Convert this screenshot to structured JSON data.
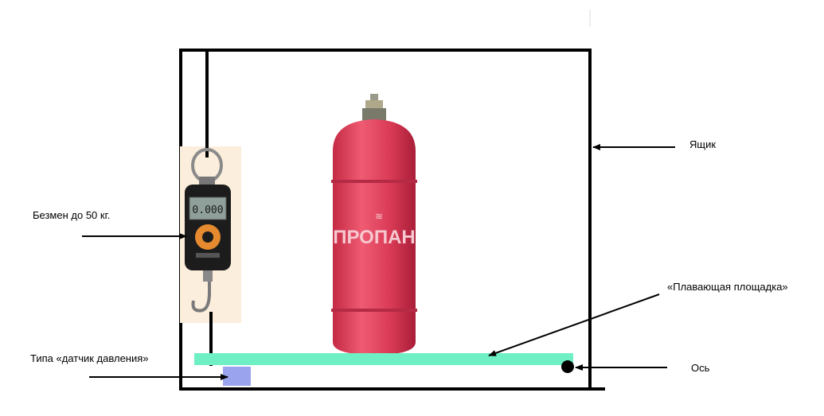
{
  "labels": {
    "box": "Ящик",
    "scale": "Безмен до 50 кг.",
    "platform": "«Плавающая площадка»",
    "sensor": "Типа «датчик давления»",
    "axis": "Ось"
  },
  "scale_display": "0.000",
  "cylinder_text": "ПРОПАН",
  "colors": {
    "frame": "#000000",
    "platform": "#6ff0c4",
    "sensor": "#9aa3ee",
    "cylinder": "#e0425c",
    "scale_bg": "#fbeedd"
  }
}
